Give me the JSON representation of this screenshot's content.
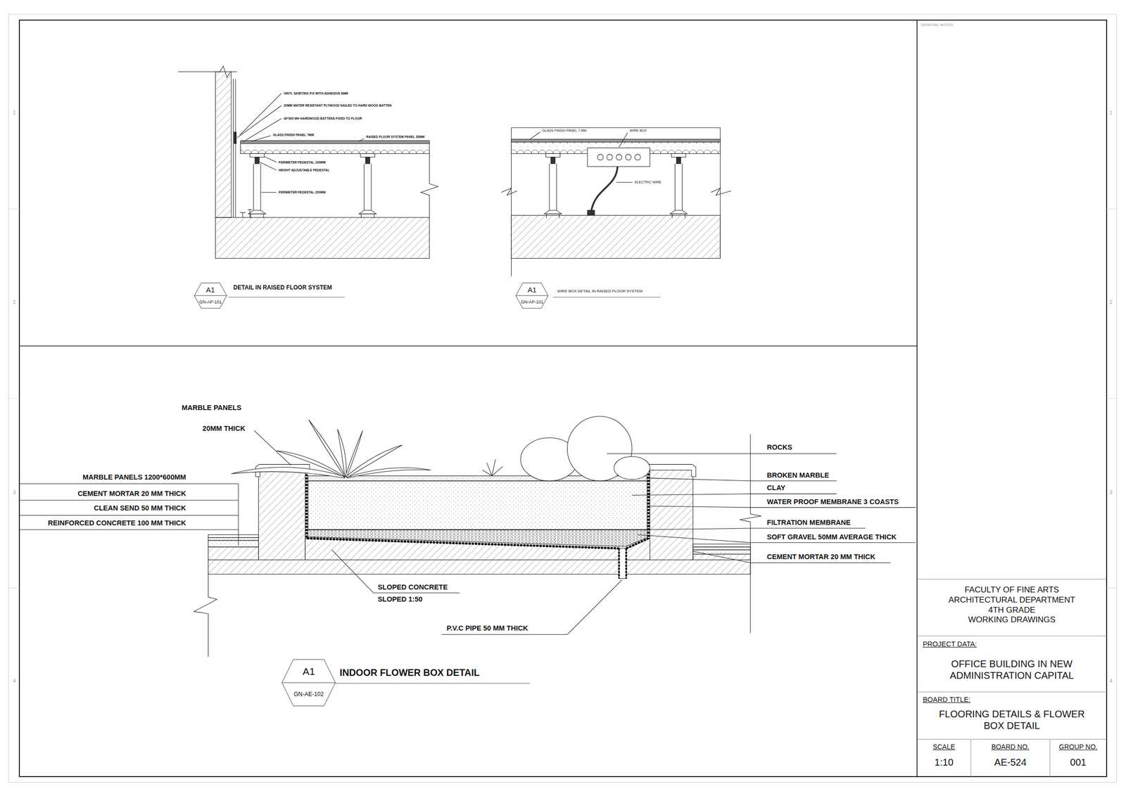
{
  "diagram": {
    "nodes": [
      {
        "text": [
          "A1",
          "GN-AP-101"
        ]
      },
      {
        "text": [
          "A1",
          "GN-AP-101"
        ]
      },
      {
        "text": [
          "A1",
          "GN-AE-102"
        ]
      },
      {
        "text": [
          "FACULTY OF FINE ARTS",
          "ARCHITECTURAL DEPARTMENT",
          "4TH GRADE",
          "WORKING DRAWINGS"
        ]
      },
      {
        "text": [
          "PROJECT DATA:",
          "OFFICE BUILDING IN NEW ADMINISTRATION CAPITAL"
        ]
      },
      {
        "text": [
          "BOARD TITLE:",
          "FLOORING DETAILS & FLOWER BOX DETAIL"
        ]
      },
      {
        "text": [
          "SCALE",
          "1:10"
        ]
      },
      {
        "text": [
          "BOARD NO.",
          "AE-524"
        ]
      },
      {
        "text": [
          "GROUP NO.",
          "001"
        ]
      }
    ],
    "labels": [
      "GENERAL NOTES",
      "1",
      "2",
      "3",
      "4",
      "1",
      "2",
      "3",
      "4",
      "VINYL SKIRTING FIX WITH ADHESIVE 6MM",
      "20MM WATER RESISTANT PLYWOOD NAILED TO HARD WOOD BATTEN",
      "40*300 MH HARDWOOD BATTENS FIXED TO FLOOR",
      "GLASS FINISH PANEL 7MM",
      "RAISED FLOOR SYSTEM PANEL 35MM",
      "PERIMETER PEDESTAL 100MM",
      "HEIGHT ADJUSTABLE PEDESTAL",
      "PERIMETER PEDESTAL 200MM",
      "DETAIL IN RAISED FLOOR SYSTEM",
      "GLASS FINISH PANEL 7 MM",
      "WIRE BOX",
      "ELECTRIC WIRE",
      "WIRE BOX DETAIL IN RAISED FLOOR SYSTEM",
      "MARBLE PANELS",
      "20MM THICK",
      "MARBLE PANELS 1200*600MM",
      "CEMENT MORTAR 20 MM THICK",
      "CLEAN SEND 50 MM THICK",
      "REINFORCED CONCRETE 100 MM THICK",
      "ROCKS",
      "BROKEN MARBLE",
      "CLAY",
      "WATER PROOF MEMBRANE 3 COASTS",
      "FILTRATION MEMBRANE",
      "SOFT GRAVEL 50MM AVERAGE THICK",
      "CEMENT MORTAR 20 MM THICK",
      "SLOPED CONCRETE",
      "SLOPED 1:50",
      "P.V.C PIPE 50 MM THICK",
      "INDOOR FLOWER BOX DETAIL"
    ]
  }
}
